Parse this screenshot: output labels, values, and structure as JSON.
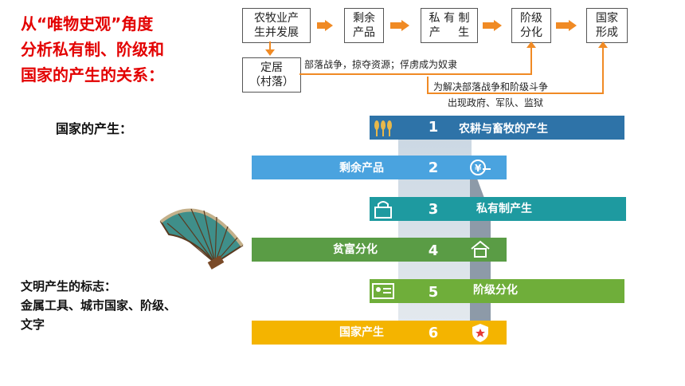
{
  "title_lines": [
    "从“唯物史观”角度",
    "分析私有制、阶级和",
    "国家的产生的关系："
  ],
  "flow": {
    "boxes": [
      "农牧业产\n生并发展",
      "剩余\n产品",
      "私 有 制\n产     生",
      "阶级\n分化",
      "国家\n形成"
    ],
    "settle_box": "定居\n（村落）",
    "note_war": "部落战争，掠夺资源；俘虏成为奴隶",
    "note_gov_1": "为解决部落战争和阶级斗争",
    "note_gov_2": "出现政府、军队、监狱"
  },
  "subtitle_state": "国家的产生：",
  "civ": {
    "heading": "文明产生的标志：",
    "line1": "金属工具、城市国家、阶级、",
    "line2": "文字"
  },
  "steps": [
    {
      "num": "1",
      "label": "农耕与畜牧的产生",
      "color": "#2e73a8",
      "icon": "wheat-icon"
    },
    {
      "num": "2",
      "label": "剩余产品",
      "color": "#4aa3df",
      "icon": "coin-icon"
    },
    {
      "num": "3",
      "label": "私有制产生",
      "color": "#1e9aa0",
      "icon": "lock-icon"
    },
    {
      "num": "4",
      "label": "贫富分化",
      "color": "#5a9c45",
      "icon": "house-hand-icon"
    },
    {
      "num": "5",
      "label": "阶级分化",
      "color": "#6fae3a",
      "icon": "id-card-icon"
    },
    {
      "num": "6",
      "label": "国家产生",
      "color": "#f4b400",
      "icon": "shield-star-icon"
    }
  ]
}
